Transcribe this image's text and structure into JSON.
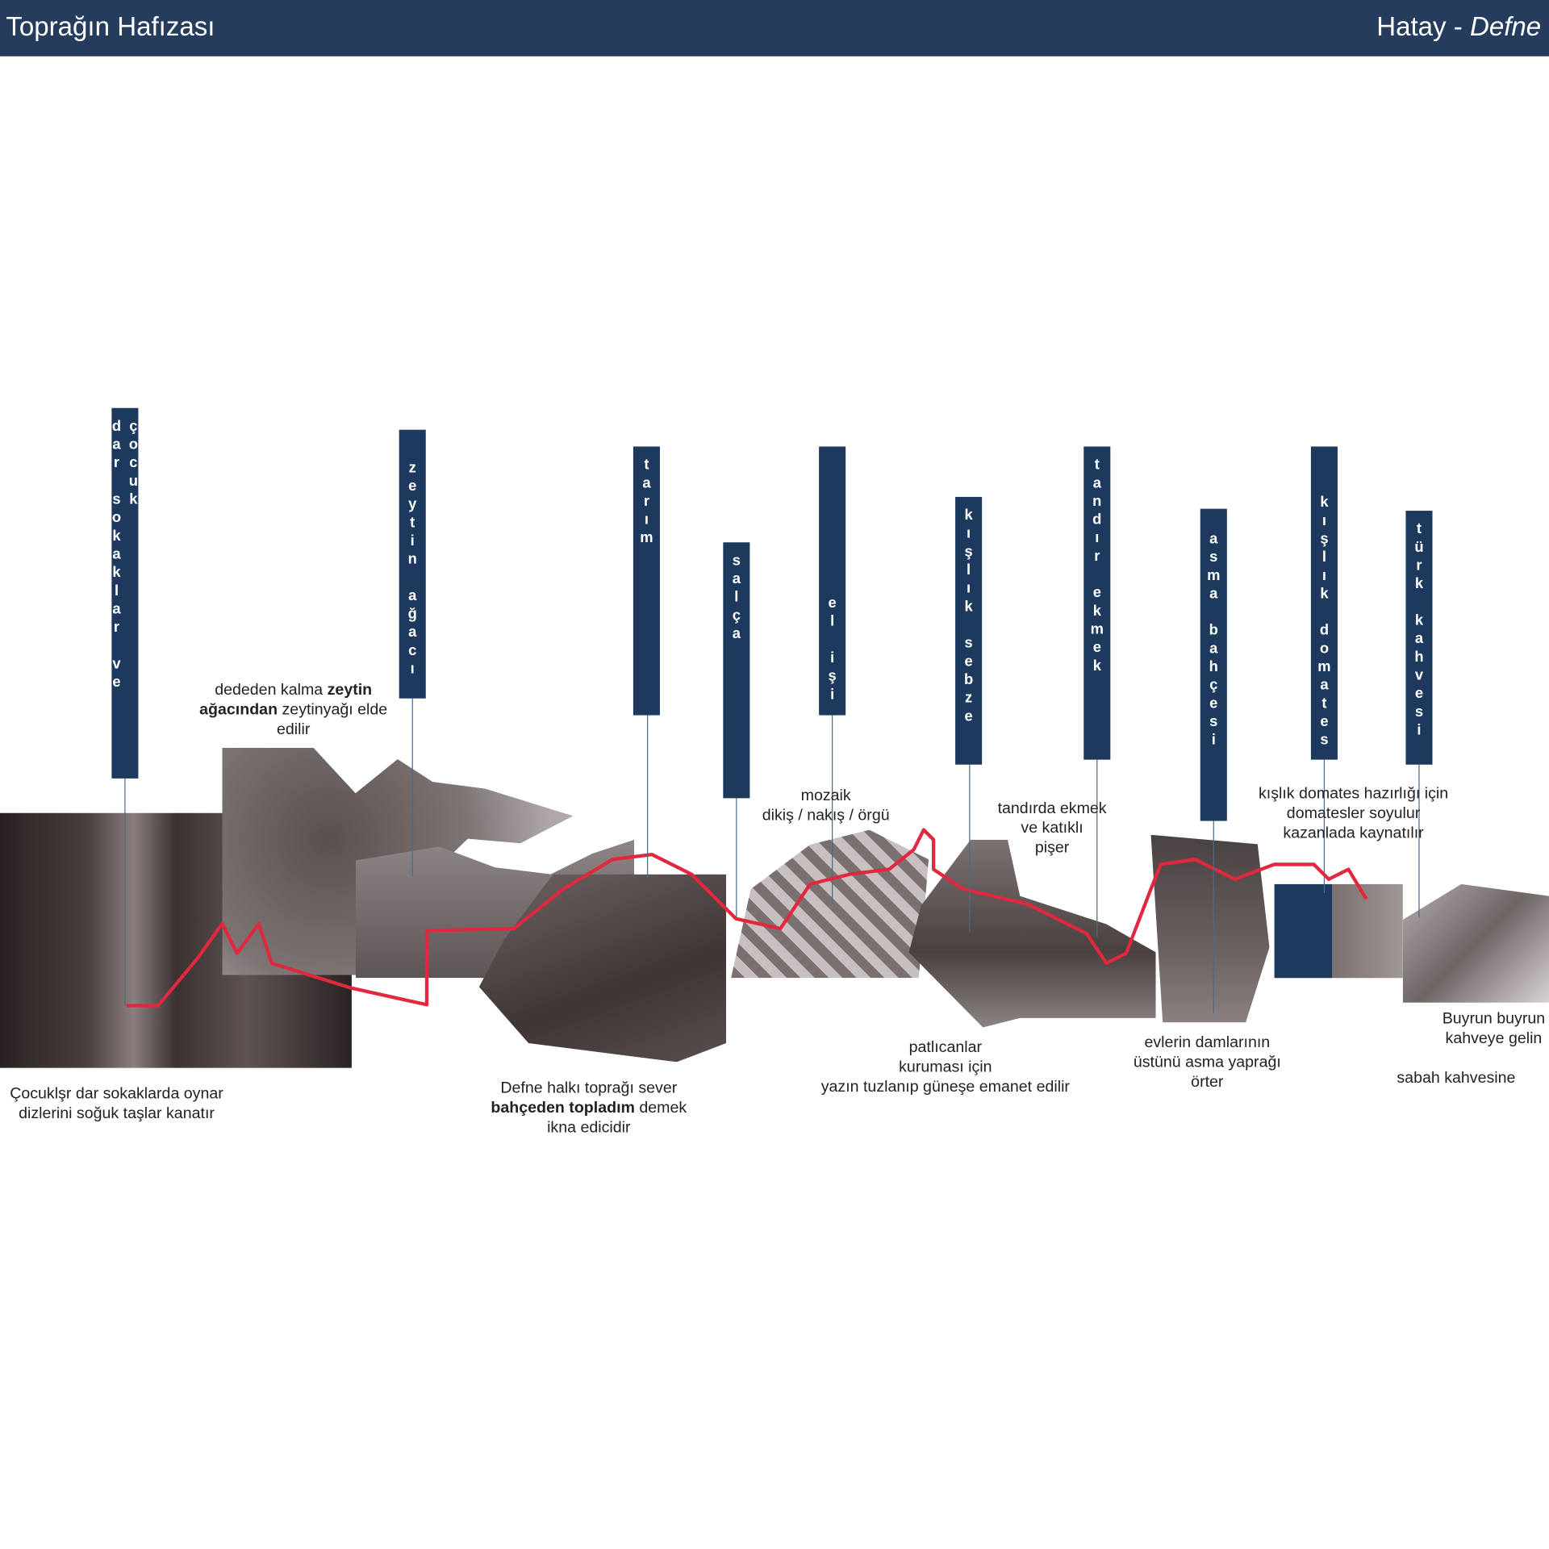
{
  "header": {
    "title": "Toprağın Hafızası",
    "location_main": "Hatay - ",
    "location_em": "Defne"
  },
  "bars": [
    "dar sokaklar ve çocuk",
    "zeytin ağacı",
    "tarım",
    "salça",
    "el işi",
    "kışlık sebze",
    "tandır ekmek",
    "asma bahçesi",
    "kışlık domates",
    "türk kahvesi"
  ],
  "labels": {
    "zeytin": {
      "l1a": "dededen kalma ",
      "l1b": "zeytin",
      "l2a": "ağacından",
      "l2b": " zeytinyağı elde",
      "l3": "edilir"
    },
    "cocuk": {
      "l1": "Çocuklşr dar sokaklarda oynar",
      "l2": "dizlerini soğuk taşlar kanatır"
    },
    "defne": {
      "l1": "Defne halkı toprağı sever",
      "l2a": "bahçeden topladım",
      "l2b": " demek",
      "l3": "ikna edicidir"
    },
    "mozaik": {
      "l1": "mozaik",
      "l2": "dikiş / nakış / örgü"
    },
    "tandir": {
      "l1": "tandırda ekmek",
      "l2": "ve katıklı",
      "l3": "pişer"
    },
    "patlican": {
      "l1": "patlıcanlar",
      "l2": "kuruması için",
      "l3": "yazın tuzlanıp güneşe emanet edilir"
    },
    "domates": {
      "l1": "kışlık domates hazırlığı için",
      "l2": "domatesler soyulur",
      "l3": "kazanlada kaynatılır"
    },
    "asma": {
      "l1": "evlerin damlarının",
      "l2": "üstünü asma yaprağı",
      "l3": "örter"
    },
    "kahve": {
      "l1": "Buyrun buyrun",
      "l2": "kahveye gelin",
      "l3": "sabah kahvesine"
    }
  },
  "colors": {
    "header": "#263c5c",
    "bar": "#1d3a5e",
    "path": "#e0283e"
  }
}
